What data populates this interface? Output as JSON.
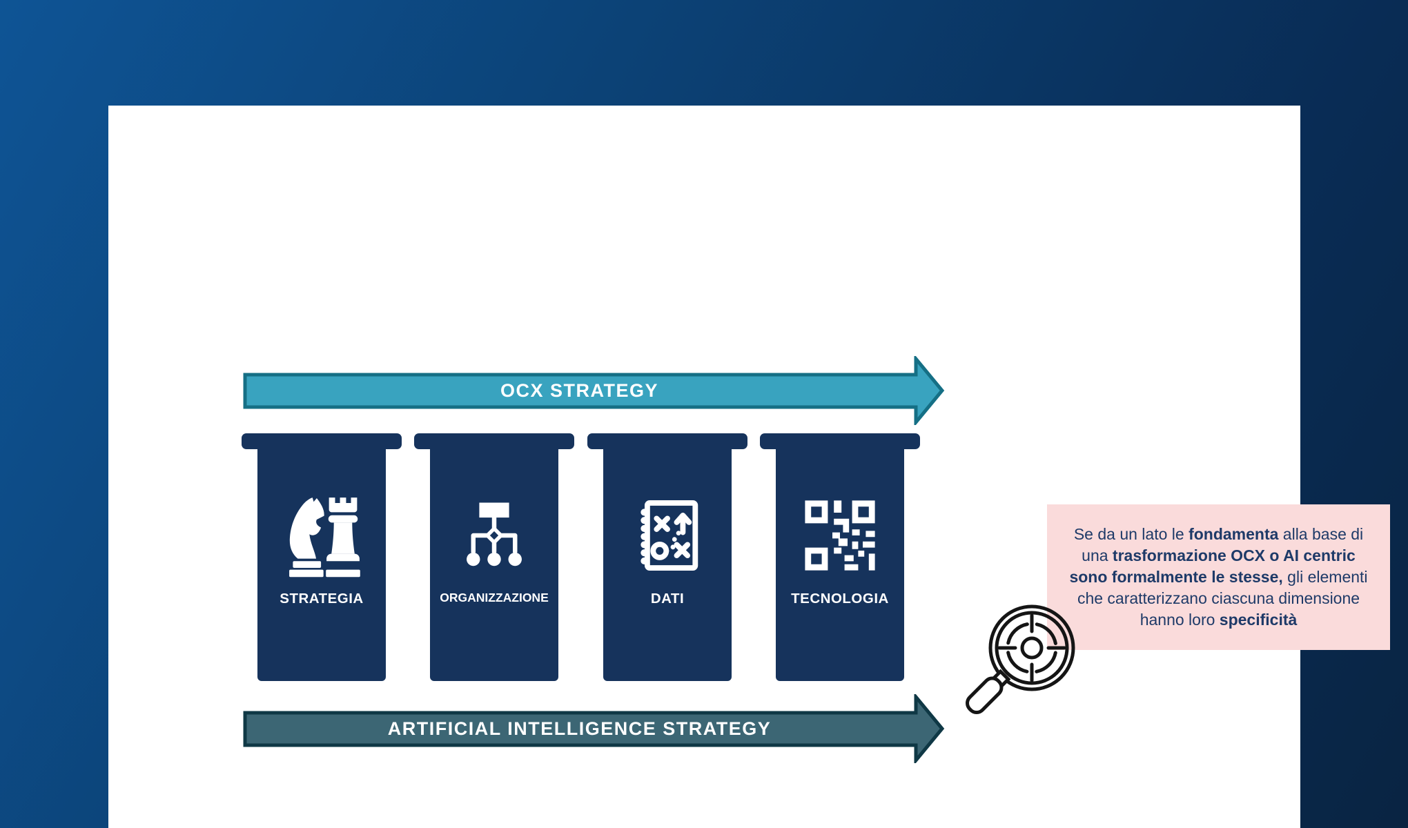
{
  "background": {
    "gradient_start": "#0e5495",
    "gradient_end": "#092442"
  },
  "card": {
    "background": "#ffffff"
  },
  "top_arrow": {
    "label": "OCX STRATEGY",
    "fill": "#39a3bf",
    "stroke": "#156f85",
    "text_color": "#ffffff"
  },
  "bottom_arrow": {
    "label": "ARTIFICIAL INTELLIGENCE STRATEGY",
    "fill": "#3c6674",
    "stroke": "#0f3845",
    "text_color": "#ffffff"
  },
  "pillars": {
    "color": "#16335c",
    "label_color": "#ffffff",
    "items": [
      {
        "label": "STRATEGIA",
        "icon": "chess-pieces-icon"
      },
      {
        "label": "ORGANIZZAZIONE",
        "icon": "org-chart-icon"
      },
      {
        "label": "DATI",
        "icon": "tactics-notebook-icon"
      },
      {
        "label": "TECNOLOGIA",
        "icon": "qr-code-icon"
      }
    ]
  },
  "callout": {
    "background": "#fadbdb",
    "text_color": "#1e3a68",
    "segments": [
      {
        "text": "Se da un lato le ",
        "bold": false
      },
      {
        "text": "fondamenta",
        "bold": true
      },
      {
        "text": " alla base di una ",
        "bold": false
      },
      {
        "text": "trasformazione OCX o AI centric sono formalmente le stesse,",
        "bold": true
      },
      {
        "text": " gli elementi che caratterizzano ciascuna dimensione hanno loro ",
        "bold": false
      },
      {
        "text": "specificità",
        "bold": true
      }
    ]
  },
  "magnifier": {
    "icon": "target-magnifier-icon",
    "stroke": "#151515"
  }
}
